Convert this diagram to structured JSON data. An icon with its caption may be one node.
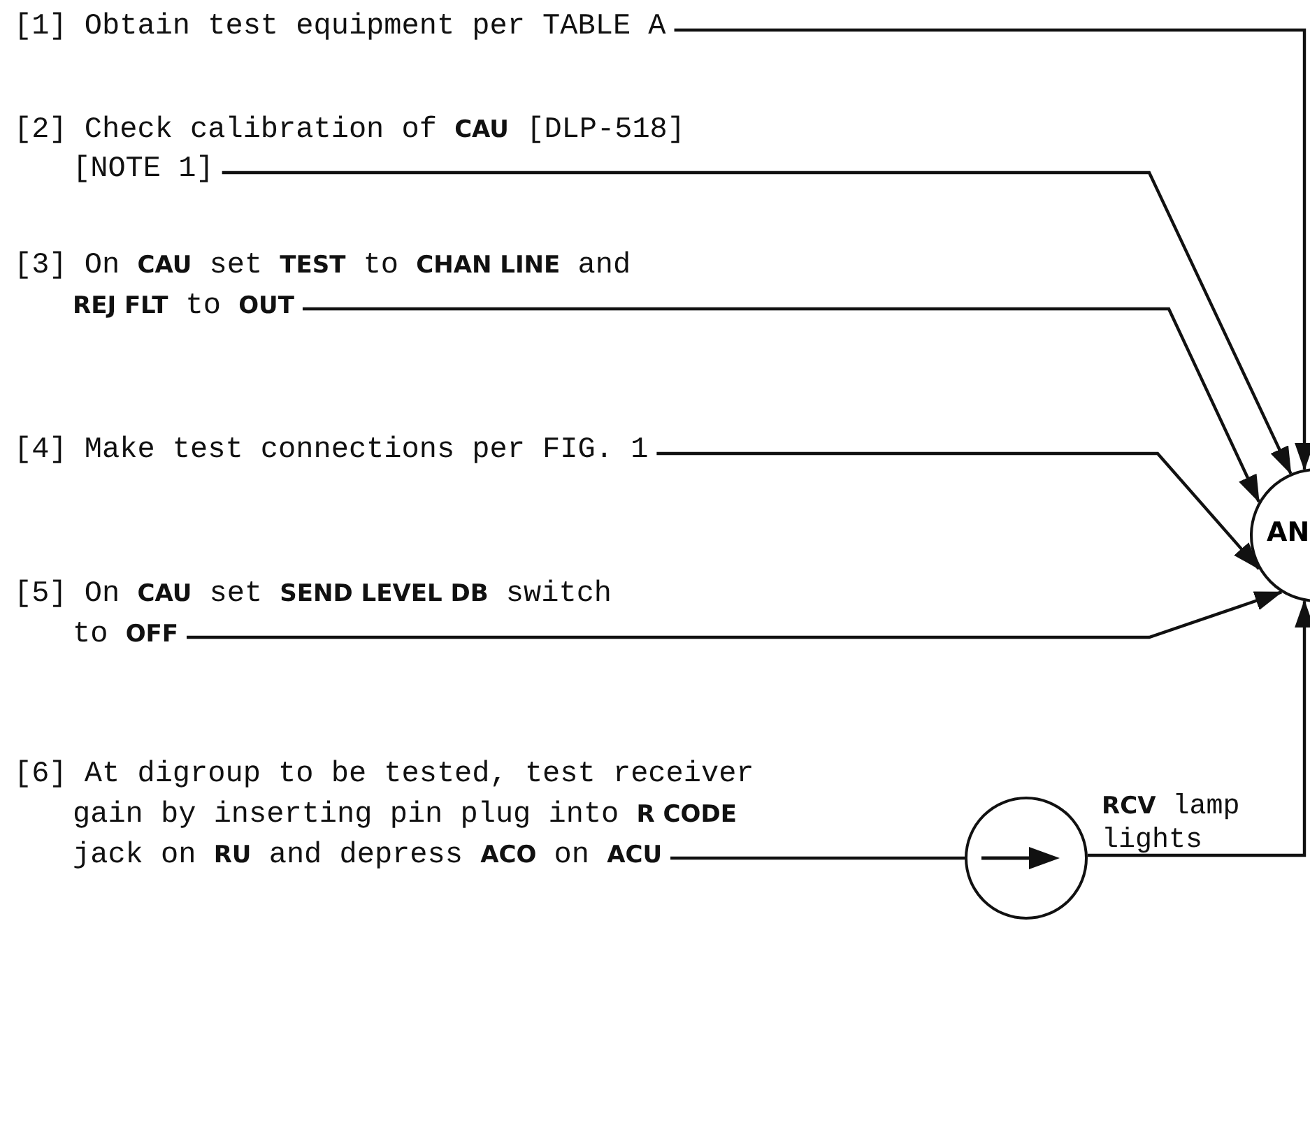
{
  "diagram": {
    "nodes": [
      {
        "text": [
          "[1] Obtain test equipment per TABLE A"
        ]
      },
      {
        "text": [
          "[2] Check calibration of **CAU** [DLP-518] [NOTE 1]"
        ]
      },
      {
        "text": [
          "[3] On **CAU** set **TEST** to **CHAN LINE** and **REJ FLT** to **OUT**"
        ]
      },
      {
        "text": [
          "[4] Make test connections per FIG. 1"
        ]
      },
      {
        "text": [
          "[5] On **CAU** set **SEND LEVEL DB** switch to **OFF**"
        ]
      },
      {
        "text": [
          "[6] At digroup to be tested, test receiver gain by inserting pin plug into **R CODE** jack on **RU** and depress **ACO** on **ACU**"
        ]
      },
      {
        "text": [
          "AN"
        ]
      },
      {
        "text": [],
        "shape": "circle",
        "beside": [
          "**RCV** lamp lights"
        ]
      }
    ],
    "edges": [
      {
        "from": 0,
        "to": 6,
        "arrow": "to"
      },
      {
        "from": 1,
        "to": 6,
        "arrow": "to"
      },
      {
        "from": 2,
        "to": 6,
        "arrow": "to"
      },
      {
        "from": 3,
        "to": 6,
        "arrow": "to"
      },
      {
        "from": 4,
        "to": 6,
        "arrow": "to"
      },
      {
        "from": 5,
        "to": 7,
        "arrow": "none"
      },
      {
        "from": 7,
        "to": 6,
        "arrow": "to"
      }
    ]
  }
}
